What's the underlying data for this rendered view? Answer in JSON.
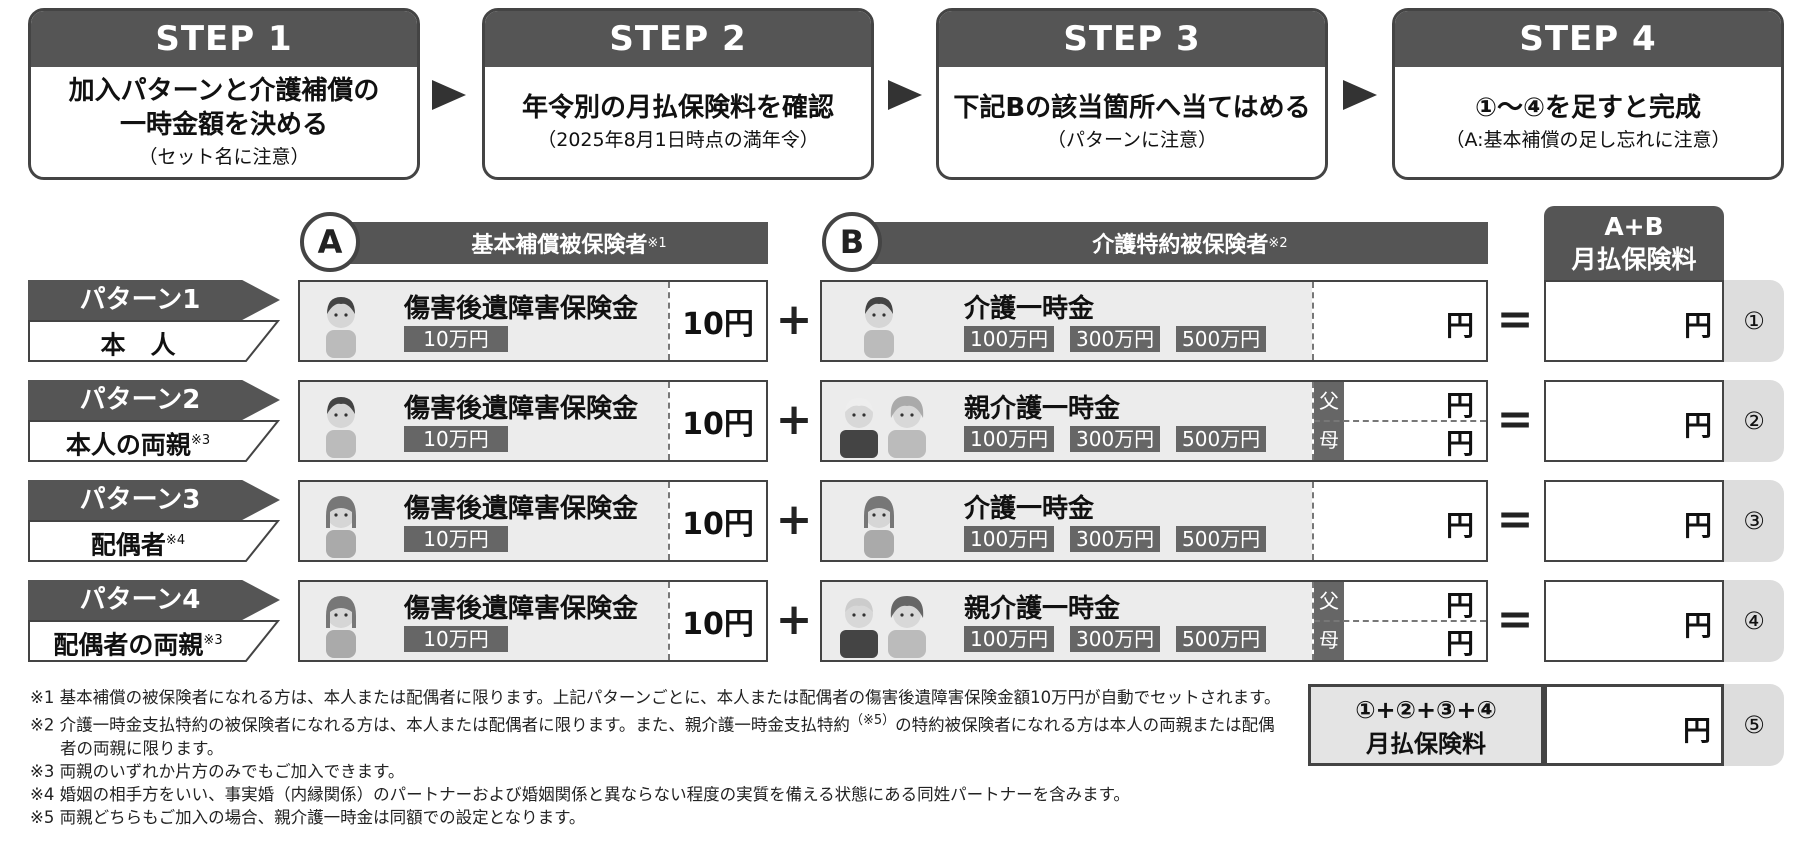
{
  "steps": [
    {
      "head": "STEP 1",
      "line1": "加入パターンと介護補償の",
      "line2": "一時金額を決める",
      "sub": "（セット名に注意）"
    },
    {
      "head": "STEP 2",
      "line1": "年令別の月払保険料を確認",
      "line2": "",
      "sub": "（2025年8月1日時点の満年令）"
    },
    {
      "head": "STEP 3",
      "line1": "下記Bの該当箇所へ当てはめる",
      "line2": "",
      "sub": "（パターンに注意）"
    },
    {
      "head": "STEP 4",
      "line1": "①〜④を足すと完成",
      "line2": "",
      "sub": "（A:基本補償の足し忘れに注意）"
    }
  ],
  "headers": {
    "a_letter": "A",
    "a_title": "基本補償被保険者",
    "a_note": "※1",
    "b_letter": "B",
    "b_title": "介護特約被保険者",
    "b_note": "※2",
    "ab_line1": "A+B",
    "ab_line2": "月払保険料"
  },
  "rows": [
    {
      "pattern": "パターン1",
      "label": "本　人",
      "label_note": "",
      "a_title": "傷害後遺障害保険金",
      "a_badge": "10万円",
      "a_amount": "10円",
      "plus": "+",
      "b_title": "介護一時金",
      "b_badges": [
        "100万円",
        "300万円",
        "500万円"
      ],
      "b_split": false,
      "father": "",
      "mother": "",
      "yen": "円",
      "equals": "=",
      "result_yen": "円",
      "num": "①"
    },
    {
      "pattern": "パターン2",
      "label": "本人の両親",
      "label_note": "※3",
      "a_title": "傷害後遺障害保険金",
      "a_badge": "10万円",
      "a_amount": "10円",
      "plus": "+",
      "b_title": "親介護一時金",
      "b_badges": [
        "100万円",
        "300万円",
        "500万円"
      ],
      "b_split": true,
      "father": "父",
      "mother": "母",
      "yen": "円",
      "equals": "=",
      "result_yen": "円",
      "num": "②"
    },
    {
      "pattern": "パターン3",
      "label": "配偶者",
      "label_note": "※4",
      "a_title": "傷害後遺障害保険金",
      "a_badge": "10万円",
      "a_amount": "10円",
      "plus": "+",
      "b_title": "介護一時金",
      "b_badges": [
        "100万円",
        "300万円",
        "500万円"
      ],
      "b_split": false,
      "father": "",
      "mother": "",
      "yen": "円",
      "equals": "=",
      "result_yen": "円",
      "num": "③"
    },
    {
      "pattern": "パターン4",
      "label": "配偶者の両親",
      "label_note": "※3",
      "a_title": "傷害後遺障害保険金",
      "a_badge": "10万円",
      "a_amount": "10円",
      "plus": "+",
      "b_title": "親介護一時金",
      "b_badges": [
        "100万円",
        "300万円",
        "500万円"
      ],
      "b_split": true,
      "father": "父",
      "mother": "母",
      "yen": "円",
      "equals": "=",
      "result_yen": "円",
      "num": "④"
    }
  ],
  "total": {
    "line1": "①+②+③+④",
    "line2": "月払保険料",
    "yen": "円",
    "num": "⑤"
  },
  "notes": [
    {
      "mark": "※1",
      "text": "基本補償の被保険者になれる方は、本人または配偶者に限ります。上記パターンごとに、本人または配偶者の傷害後遺障害保険金額10万円が自動でセットされます。"
    },
    {
      "mark": "※2",
      "text_before": "介護一時金支払特約の被保険者になれる方は、本人または配偶者に限ります。また、親介護一時金支払特約",
      "sup": "（※5）",
      "text_after": "の特約被保険者になれる方は本人の両親または配偶者の両親に限ります。"
    },
    {
      "mark": "※3",
      "text": "両親のいずれか片方のみでもご加入できます。"
    },
    {
      "mark": "※4",
      "text": "婚姻の相手方をいい、事実婚（内縁関係）のパートナーおよび婚姻関係と異ならない程度の実質を備える状態にある同姓パートナーを含みます。"
    },
    {
      "mark": "※5",
      "text": "両親どちらもご加入の場合、親介護一時金は同額での設定となります。"
    }
  ],
  "colors": {
    "header": "#555555",
    "panel": "#ececec",
    "badge": "#666666",
    "tab": "#dddddd"
  }
}
